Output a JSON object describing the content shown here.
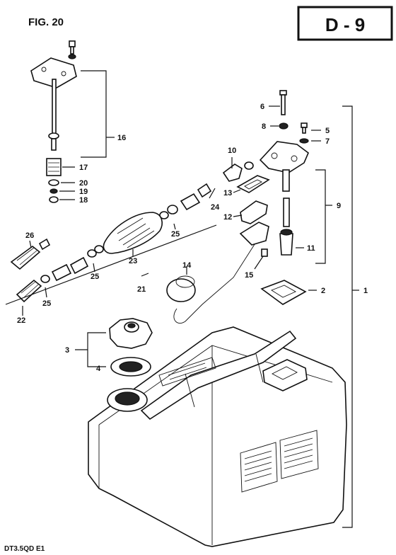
{
  "header": {
    "figure_label": "FIG. 20",
    "page_code": "D - 9"
  },
  "footer": {
    "model_code": "DT3.5QD E1"
  },
  "callouts": [
    {
      "id": "c1",
      "text": "1"
    },
    {
      "id": "c2",
      "text": "2"
    },
    {
      "id": "c3",
      "text": "3"
    },
    {
      "id": "c4",
      "text": "4"
    },
    {
      "id": "c5",
      "text": "5"
    },
    {
      "id": "c6",
      "text": "6"
    },
    {
      "id": "c7",
      "text": "7"
    },
    {
      "id": "c8",
      "text": "8"
    },
    {
      "id": "c9",
      "text": "9"
    },
    {
      "id": "c10",
      "text": "10"
    },
    {
      "id": "c11",
      "text": "11"
    },
    {
      "id": "c12",
      "text": "12"
    },
    {
      "id": "c13",
      "text": "13"
    },
    {
      "id": "c14",
      "text": "14"
    },
    {
      "id": "c15",
      "text": "15"
    },
    {
      "id": "c16",
      "text": "16"
    },
    {
      "id": "c17",
      "text": "17"
    },
    {
      "id": "c18",
      "text": "18"
    },
    {
      "id": "c19",
      "text": "19"
    },
    {
      "id": "c20",
      "text": "20"
    },
    {
      "id": "c21",
      "text": "21"
    },
    {
      "id": "c22",
      "text": "22"
    },
    {
      "id": "c23",
      "text": "23"
    },
    {
      "id": "c24",
      "text": "24"
    },
    {
      "id": "c25a",
      "text": "25"
    },
    {
      "id": "c25b",
      "text": "25"
    },
    {
      "id": "c25c",
      "text": "25"
    },
    {
      "id": "c26",
      "text": "26"
    }
  ]
}
